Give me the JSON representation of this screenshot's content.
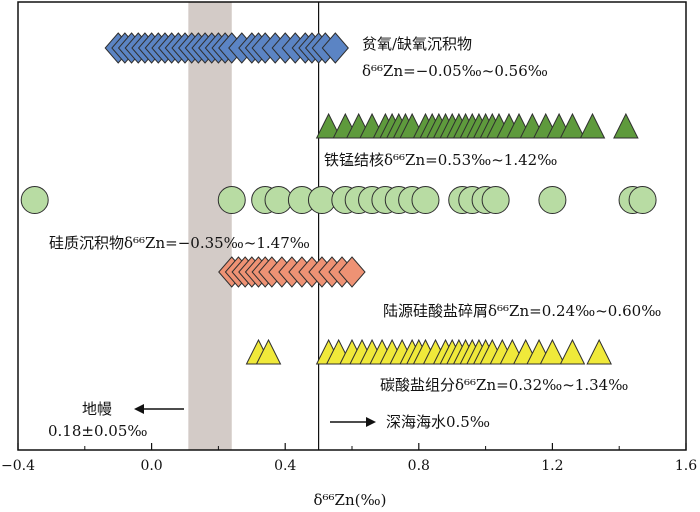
{
  "chart_data": {
    "type": "scatter",
    "xlim": [
      -0.4,
      1.6
    ],
    "xticks": [
      -0.4,
      0,
      0.4,
      0.8,
      1.2,
      1.6
    ],
    "tick_labels": [
      "−0.4",
      "0.0",
      "0.4",
      "0.8",
      "1.2",
      "1.6"
    ],
    "xlabel": "δ⁶⁶Zn(‰)",
    "grid": false,
    "mantle_band": {
      "from": 0.11,
      "to": 0.24,
      "color": "#d3cbc7"
    },
    "seawater_line": {
      "x": 0.5,
      "label": "深海海水0.5‰"
    },
    "mantle_label": {
      "line1": "地幔",
      "line2": "0.18±0.05‰"
    },
    "series": [
      {
        "name": "贫氧/缺氧沉积物",
        "range_label": "δ⁶⁶Zn=−0.05‰~0.56‰",
        "marker": "diamond",
        "color": "#5b84c4",
        "x": [
          -0.1,
          -0.08,
          -0.06,
          -0.04,
          -0.02,
          0.0,
          0.02,
          0.04,
          0.06,
          0.08,
          0.1,
          0.12,
          0.14,
          0.16,
          0.18,
          0.2,
          0.22,
          0.24,
          0.27,
          0.3,
          0.32,
          0.34,
          0.37,
          0.4,
          0.43,
          0.46,
          0.48,
          0.5,
          0.52,
          0.55
        ]
      },
      {
        "name": "铁锰结核",
        "range_label": "δ⁶⁶Zn=0.53‰~1.42‰",
        "marker": "triangle",
        "color": "#5e9a3c",
        "x": [
          0.53,
          0.58,
          0.62,
          0.66,
          0.7,
          0.72,
          0.74,
          0.76,
          0.78,
          0.82,
          0.84,
          0.86,
          0.88,
          0.9,
          0.92,
          0.94,
          0.96,
          0.98,
          1.0,
          1.02,
          1.04,
          1.07,
          1.1,
          1.14,
          1.18,
          1.22,
          1.26,
          1.32,
          1.42
        ]
      },
      {
        "name": "硅质沉积物",
        "range_label": "δ⁶⁶Zn=−0.35‰~1.47‰",
        "marker": "circle",
        "color": "#b8dca3",
        "x": [
          -0.35,
          0.24,
          0.34,
          0.38,
          0.45,
          0.51,
          0.58,
          0.62,
          0.66,
          0.7,
          0.74,
          0.78,
          0.82,
          0.93,
          0.96,
          1.0,
          1.03,
          1.2,
          1.44,
          1.47
        ]
      },
      {
        "name": "陆源硅酸盐碎屑",
        "range_label": "δ⁶⁶Zn=0.24‰~0.60‰",
        "marker": "diamond",
        "color": "#ee9274",
        "x": [
          0.24,
          0.26,
          0.28,
          0.3,
          0.32,
          0.34,
          0.36,
          0.39,
          0.42,
          0.45,
          0.48,
          0.51,
          0.54,
          0.57,
          0.6
        ]
      },
      {
        "name": "碳酸盐组分",
        "range_label": "δ⁶⁶Zn=0.32‰~1.34‰",
        "marker": "triangle",
        "color": "#f0e93a",
        "x": [
          0.32,
          0.35,
          0.53,
          0.56,
          0.6,
          0.63,
          0.66,
          0.69,
          0.72,
          0.75,
          0.78,
          0.8,
          0.82,
          0.85,
          0.88,
          0.9,
          0.92,
          0.94,
          0.96,
          0.98,
          1.0,
          1.02,
          1.05,
          1.08,
          1.12,
          1.16,
          1.2,
          1.26,
          1.34
        ]
      }
    ]
  }
}
